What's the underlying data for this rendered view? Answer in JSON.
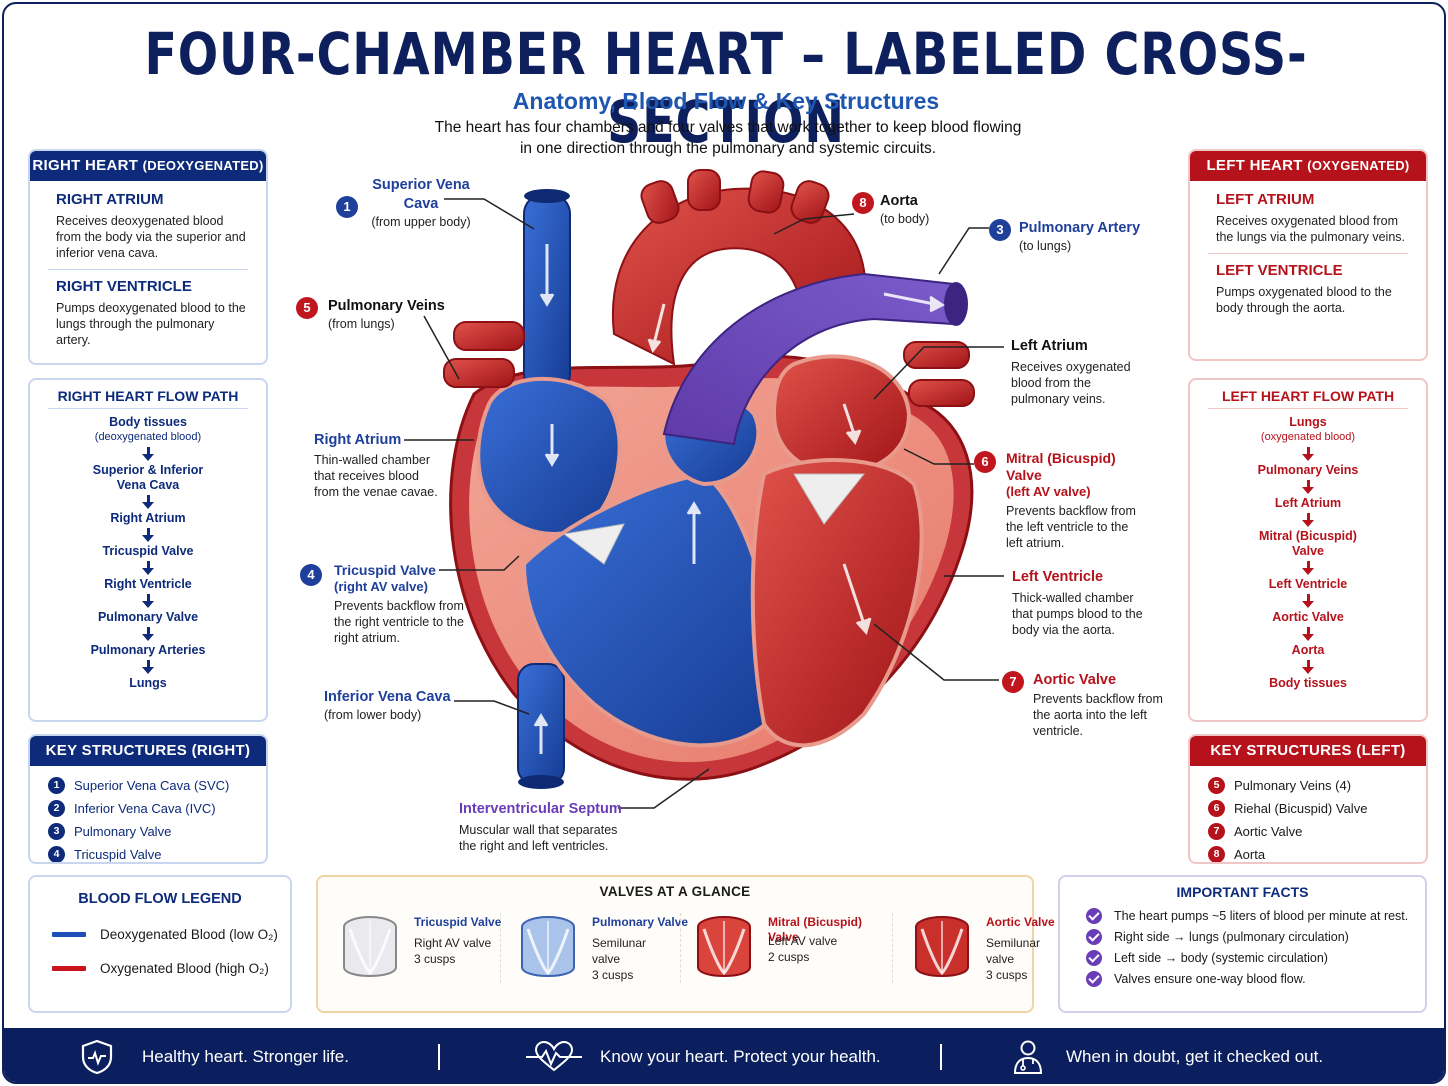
{
  "title": "FOUR-CHAMBER HEART – LABELED CROSS-SECTION",
  "subtitle": "Anatomy, Blood Flow & Key Structures",
  "intro": "The heart has four chambers and four valves that work together to keep blood flowing in one direction through the pulmonary and systemic circuits.",
  "right_heart": {
    "header_main": "RIGHT HEART",
    "header_sub": "(DEOXYGENATED)",
    "atrium_title": "RIGHT ATRIUM",
    "atrium_text": "Receives deoxygenated blood from the body via the superior and inferior vena cava.",
    "ventricle_title": "RIGHT VENTRICLE",
    "ventricle_text": "Pumps deoxygenated blood to the lungs through the pulmonary artery."
  },
  "left_heart": {
    "header_main": "LEFT HEART",
    "header_sub": "(OXYGENATED)",
    "atrium_title": "LEFT ATRIUM",
    "atrium_text": "Receives oxygenated blood from the lungs via the pulmonary veins.",
    "ventricle_title": "LEFT VENTRICLE",
    "ventricle_text": "Pumps oxygenated blood to the body through the aorta."
  },
  "right_flow": {
    "title": "RIGHT HEART FLOW PATH",
    "start": "Body tissues",
    "start_sub": "(deoxygenated blood)",
    "steps": [
      "Superior & Inferior Vena Cava",
      "Right Atrium",
      "Tricuspid Valve",
      "Right Ventricle",
      "Pulmonary Valve",
      "Pulmonary Arteries",
      "Lungs"
    ]
  },
  "left_flow": {
    "title": "LEFT HEART FLOW PATH",
    "start": "Lungs",
    "start_sub": "(oxygenated blood)",
    "steps": [
      "Pulmonary Veins",
      "Left Atrium",
      "Mitral (Bicuspid) Valve",
      "Left Ventricle",
      "Aortic Valve",
      "Aorta",
      "Body tissues"
    ]
  },
  "key_right": {
    "title": "KEY STRUCTURES (RIGHT)",
    "items": [
      {
        "num": "1",
        "label": "Superior Vena Cava (SVC)"
      },
      {
        "num": "2",
        "label": "Inferior Vena Cava (IVC)"
      },
      {
        "num": "3",
        "label": "Pulmonary Valve"
      },
      {
        "num": "4",
        "label": "Tricuspid Valve"
      }
    ]
  },
  "key_left": {
    "title": "KEY STRUCTURES (LEFT)",
    "items": [
      {
        "num": "5",
        "label": "Pulmonary Veins (4)"
      },
      {
        "num": "6",
        "label": "Riehal (Bicuspid) Valve"
      },
      {
        "num": "7",
        "label": "Aortic Valve"
      },
      {
        "num": "8",
        "label": "Aorta"
      }
    ]
  },
  "legend": {
    "title": "BLOOD FLOW LEGEND",
    "deoxy": "Deoxygenated Blood (low O₂)",
    "oxy": "Oxygenated Blood (high O₂)",
    "deoxy_color": "#1e4fb8",
    "oxy_color": "#c8141c"
  },
  "valves": {
    "title": "VALVES AT A GLANCE",
    "items": [
      {
        "name": "Tricuspid Valve",
        "type": "Right AV valve",
        "cusps": "3 cusps"
      },
      {
        "name": "Pulmonary Valve",
        "type": "Semilunar valve",
        "cusps": "3 cusps"
      },
      {
        "name": "Mitral (Bicuspid) Valve",
        "type": "Left AV valve",
        "cusps": "2 cusps"
      },
      {
        "name": "Aortic Valve",
        "type": "Semilunar valve",
        "cusps": "3 cusps"
      }
    ]
  },
  "facts": {
    "title": "IMPORTANT FACTS",
    "items": [
      "The heart pumps ~5 liters of blood per minute at rest.",
      "Right side → lungs (pulmonary circulation)",
      "Left side → body (systemic circulation)",
      "Valves ensure one-way blood flow."
    ]
  },
  "footer": {
    "items": [
      "Healthy heart.  Stronger life.",
      "Know your heart. Protect your health.",
      "When in doubt, get it checked out."
    ]
  },
  "labels": {
    "svc": {
      "num": "1",
      "title": "Superior Vena Cava",
      "sub": "(from upper body)"
    },
    "aorta": {
      "num": "8",
      "title": "Aorta",
      "sub": "(to body)"
    },
    "pulm_artery": {
      "num": "3",
      "title": "Pulmonary Artery",
      "sub": "(to lungs)"
    },
    "pulm_veins": {
      "num": "5",
      "title": "Pulmonary Veins",
      "sub": "(from lungs)"
    },
    "left_atrium": {
      "title": "Left Atrium",
      "text": "Receives oxygenated blood from the pulmonary veins."
    },
    "right_atrium": {
      "title": "Right Atrium",
      "text": "Thin-walled chamber that receives blood from the venae cavae."
    },
    "mitral": {
      "num": "6",
      "title": "Mitral (Bicuspid) Valve",
      "title2": "(left AV valve)",
      "text": "Prevents backflow from the left ventricle to the left atrium."
    },
    "tricuspid": {
      "num": "4",
      "title": "Tricuspid Valve",
      "title2": "(right AV valve)",
      "text": "Prevents backflow from the right ventricle to the right atrium."
    },
    "left_ventricle": {
      "title": "Left Ventricle",
      "text": "Thick-walled chamber that pumps blood to the body via the aorta."
    },
    "aortic_valve": {
      "num": "7",
      "title": "Aortic Valve",
      "text": "Prevents backflow from the aorta into the left ventricle."
    },
    "ivc": {
      "title": "Inferior Vena Cava",
      "sub": "(from lower body)"
    },
    "septum": {
      "title": "Interventricular Septum",
      "text": "Muscular wall that separates the right and left ventricles."
    }
  },
  "colors": {
    "navy": "#0d1f5c",
    "deoxy_blue": "#1e4fb8",
    "oxy_red": "#c8141c",
    "purple": "#6a3db8"
  }
}
